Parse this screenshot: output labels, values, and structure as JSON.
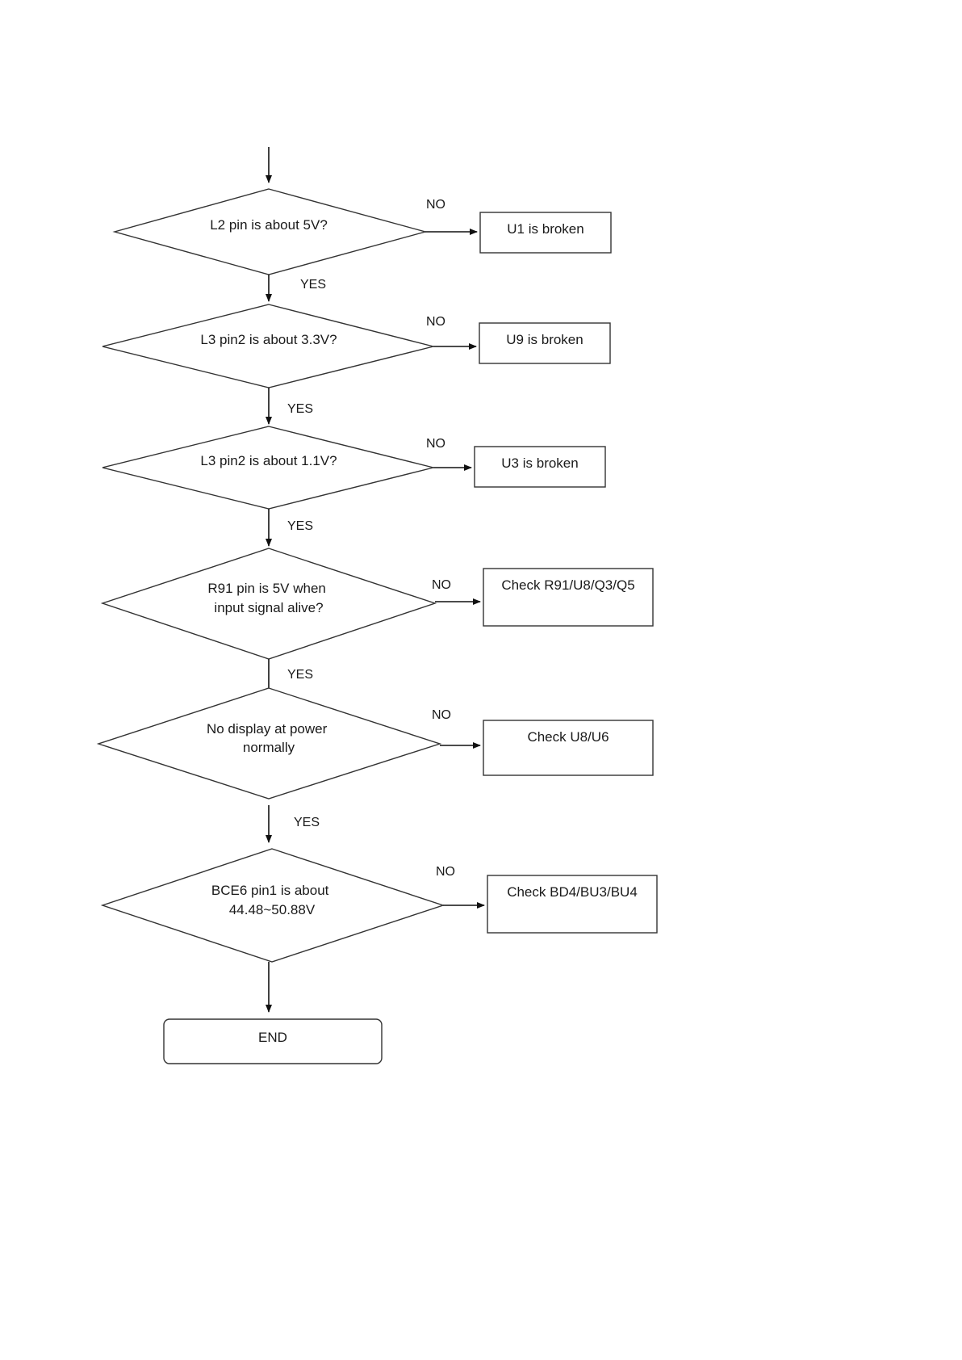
{
  "decisions": [
    {
      "lines": [
        "L2 pin is about 5V?"
      ]
    },
    {
      "lines": [
        "L3 pin2 is about 3.3V?"
      ]
    },
    {
      "lines": [
        "L3 pin2 is about 1.1V?"
      ]
    },
    {
      "lines": [
        "R91 pin is 5V when",
        "input signal alive?"
      ]
    },
    {
      "lines": [
        "No display at power",
        "normally"
      ]
    },
    {
      "lines": [
        "BCE6 pin1 is about",
        "44.48~50.88V"
      ]
    }
  ],
  "outcomes": [
    {
      "lines": [
        "U1 is broken"
      ]
    },
    {
      "lines": [
        "U9 is broken"
      ]
    },
    {
      "lines": [
        "U3 is broken"
      ]
    },
    {
      "lines": [
        "Check R91/U8/Q3/Q5"
      ]
    },
    {
      "lines": [
        "Check U8/U6"
      ]
    },
    {
      "lines": [
        "Check BD4/BU3/BU4"
      ]
    }
  ],
  "edge_labels": {
    "yes": "YES",
    "no": "NO"
  },
  "terminal": {
    "label": "END"
  },
  "colors": {
    "stroke": "#333333",
    "text": "#1a1a1a",
    "background": "#ffffff"
  }
}
